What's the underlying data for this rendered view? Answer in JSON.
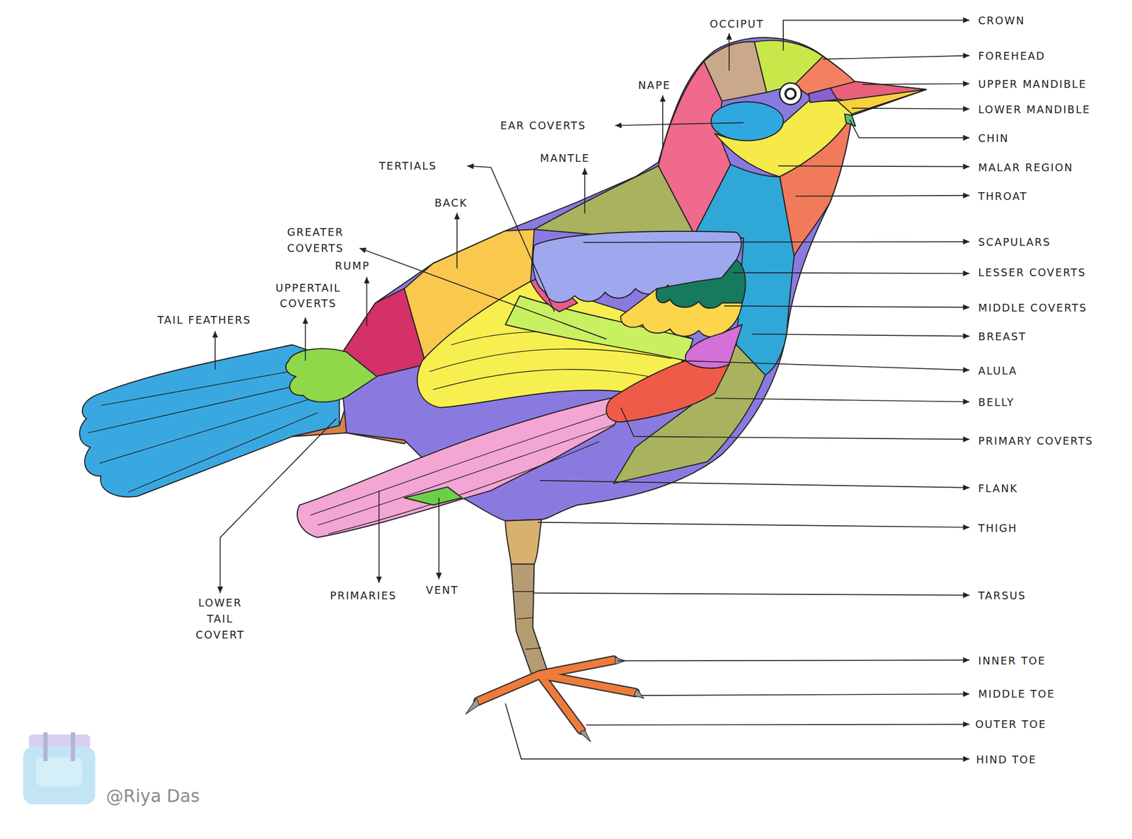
{
  "diagram": {
    "labels": [
      "OCCIPUT",
      "CROWN",
      "FOREHEAD",
      "UPPER MANDIBLE",
      "NAPE",
      "LOWER MANDIBLE",
      "EAR COVERTS",
      "CHIN",
      "TERTIALS",
      "MANTLE",
      "MALAR REGION",
      "THROAT",
      "BACK",
      "GREATER COVERTS",
      "SCAPULARS",
      "RUMP",
      "LESSER COVERTS",
      "UPPERTAIL COVERTS",
      "MIDDLE COVERTS",
      "TAIL FEATHERS",
      "BREAST",
      "ALULA",
      "BELLY",
      "PRIMARY COVERTS",
      "FLANK",
      "THIGH",
      "VENT",
      "PRIMARIES",
      "TARSUS",
      "LOWER TAIL COVERT",
      "INNER TOE",
      "MIDDLE TOE",
      "OUTER TOE",
      "HIND TOE",
      "@Riya Das"
    ]
  }
}
